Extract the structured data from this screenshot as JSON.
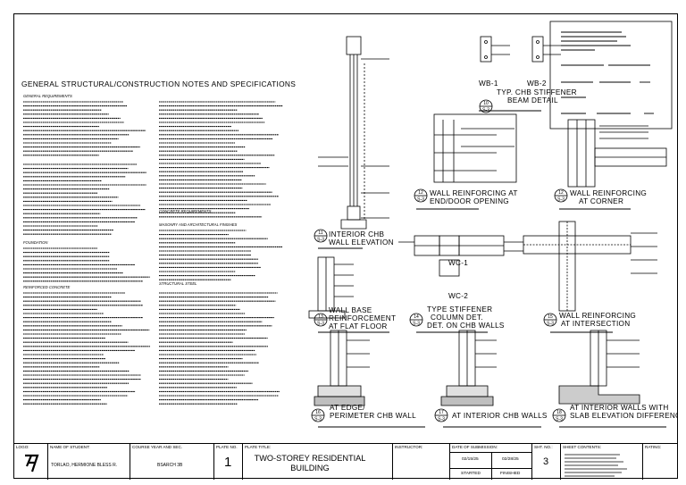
{
  "notes_title": "GENERAL STRUCTURAL/CONSTRUCTION NOTES AND SPECIFICATIONS",
  "notes_sections": [
    "GENERAL REQUIREMENTS",
    "FOUNDATION",
    "REINFORCED CONCRETE",
    "MASONRY AND ARCHITECTURAL FINISHES",
    "CONCRETE REQUIREMENTS",
    "STRUCTURAL STEEL"
  ],
  "details": [
    {
      "num": "10",
      "sheet": "S-3",
      "title": [
        "WB-1",
        "WB-2",
        "TYP. CHB STIFFENER",
        "BEAM DETAIL"
      ]
    },
    {
      "num": "11",
      "sheet": "S-3",
      "title": [
        "INTERIOR CHB",
        "WALL ELEVATION"
      ]
    },
    {
      "num": "12",
      "sheet": "S-3",
      "title": [
        "WALL REINFORCING AT",
        "END/DOOR OPENING"
      ]
    },
    {
      "num": "12",
      "sheet": "S-3",
      "title": [
        "WALL REINFORCING",
        "AT CORNER"
      ]
    },
    {
      "num": "13",
      "sheet": "S-3",
      "title": [
        "WALL BASE",
        "REINFORCEMENT",
        "AT FLAT FLOOR"
      ]
    },
    {
      "num": "14",
      "sheet": "S-3",
      "title": [
        "WC-1",
        "WC-2",
        "TYPE STIFFENER",
        "COLUMN DET.",
        "DET. ON CHB WALLS"
      ]
    },
    {
      "num": "15",
      "sheet": "S-3",
      "title": [
        "WALL REINFORCING",
        "AT INTERSECTION"
      ]
    },
    {
      "num": "16",
      "sheet": "S-3",
      "title": [
        "AT EDGE/",
        "PERIMETER CHB WALL"
      ]
    },
    {
      "num": "17",
      "sheet": "S-3",
      "title": [
        "AT INTERIOR CHB WALLS"
      ]
    },
    {
      "num": "18",
      "sheet": "S-3",
      "title": [
        "AT INTERIOR WALLS WITH",
        "SLAB ELEVATION DIFFERENCE"
      ]
    }
  ],
  "title_block": {
    "logo_label": "LOGO:",
    "student_label": "NAME OF STUDENT:",
    "student": "TORLAO, HERMIONE BLESS R.",
    "course_label": "COURSE YEAR AND SEC.",
    "course": "BSARCH 3B",
    "plate_no_label": "PLATE NO.",
    "plate_no": "1",
    "plate_title_label": "PLATE TITLE:",
    "plate_title_1": "TWO-STOREY RESIDENTIAL",
    "plate_title_2": "BUILDING",
    "instructor_label": "INSTRUCTOR:",
    "submission_label": "DATE OF SUBMISSION:",
    "started_date": "02/15/25",
    "finished_date": "02/28/25",
    "started_label": "STARTED",
    "finished_label": "FINISHED",
    "sheet_no_label": "SHT. NO.:",
    "sheet_no": "3",
    "sheet_contents_label": "SHEET CONTENTS:",
    "rating_label": "RATING:"
  }
}
